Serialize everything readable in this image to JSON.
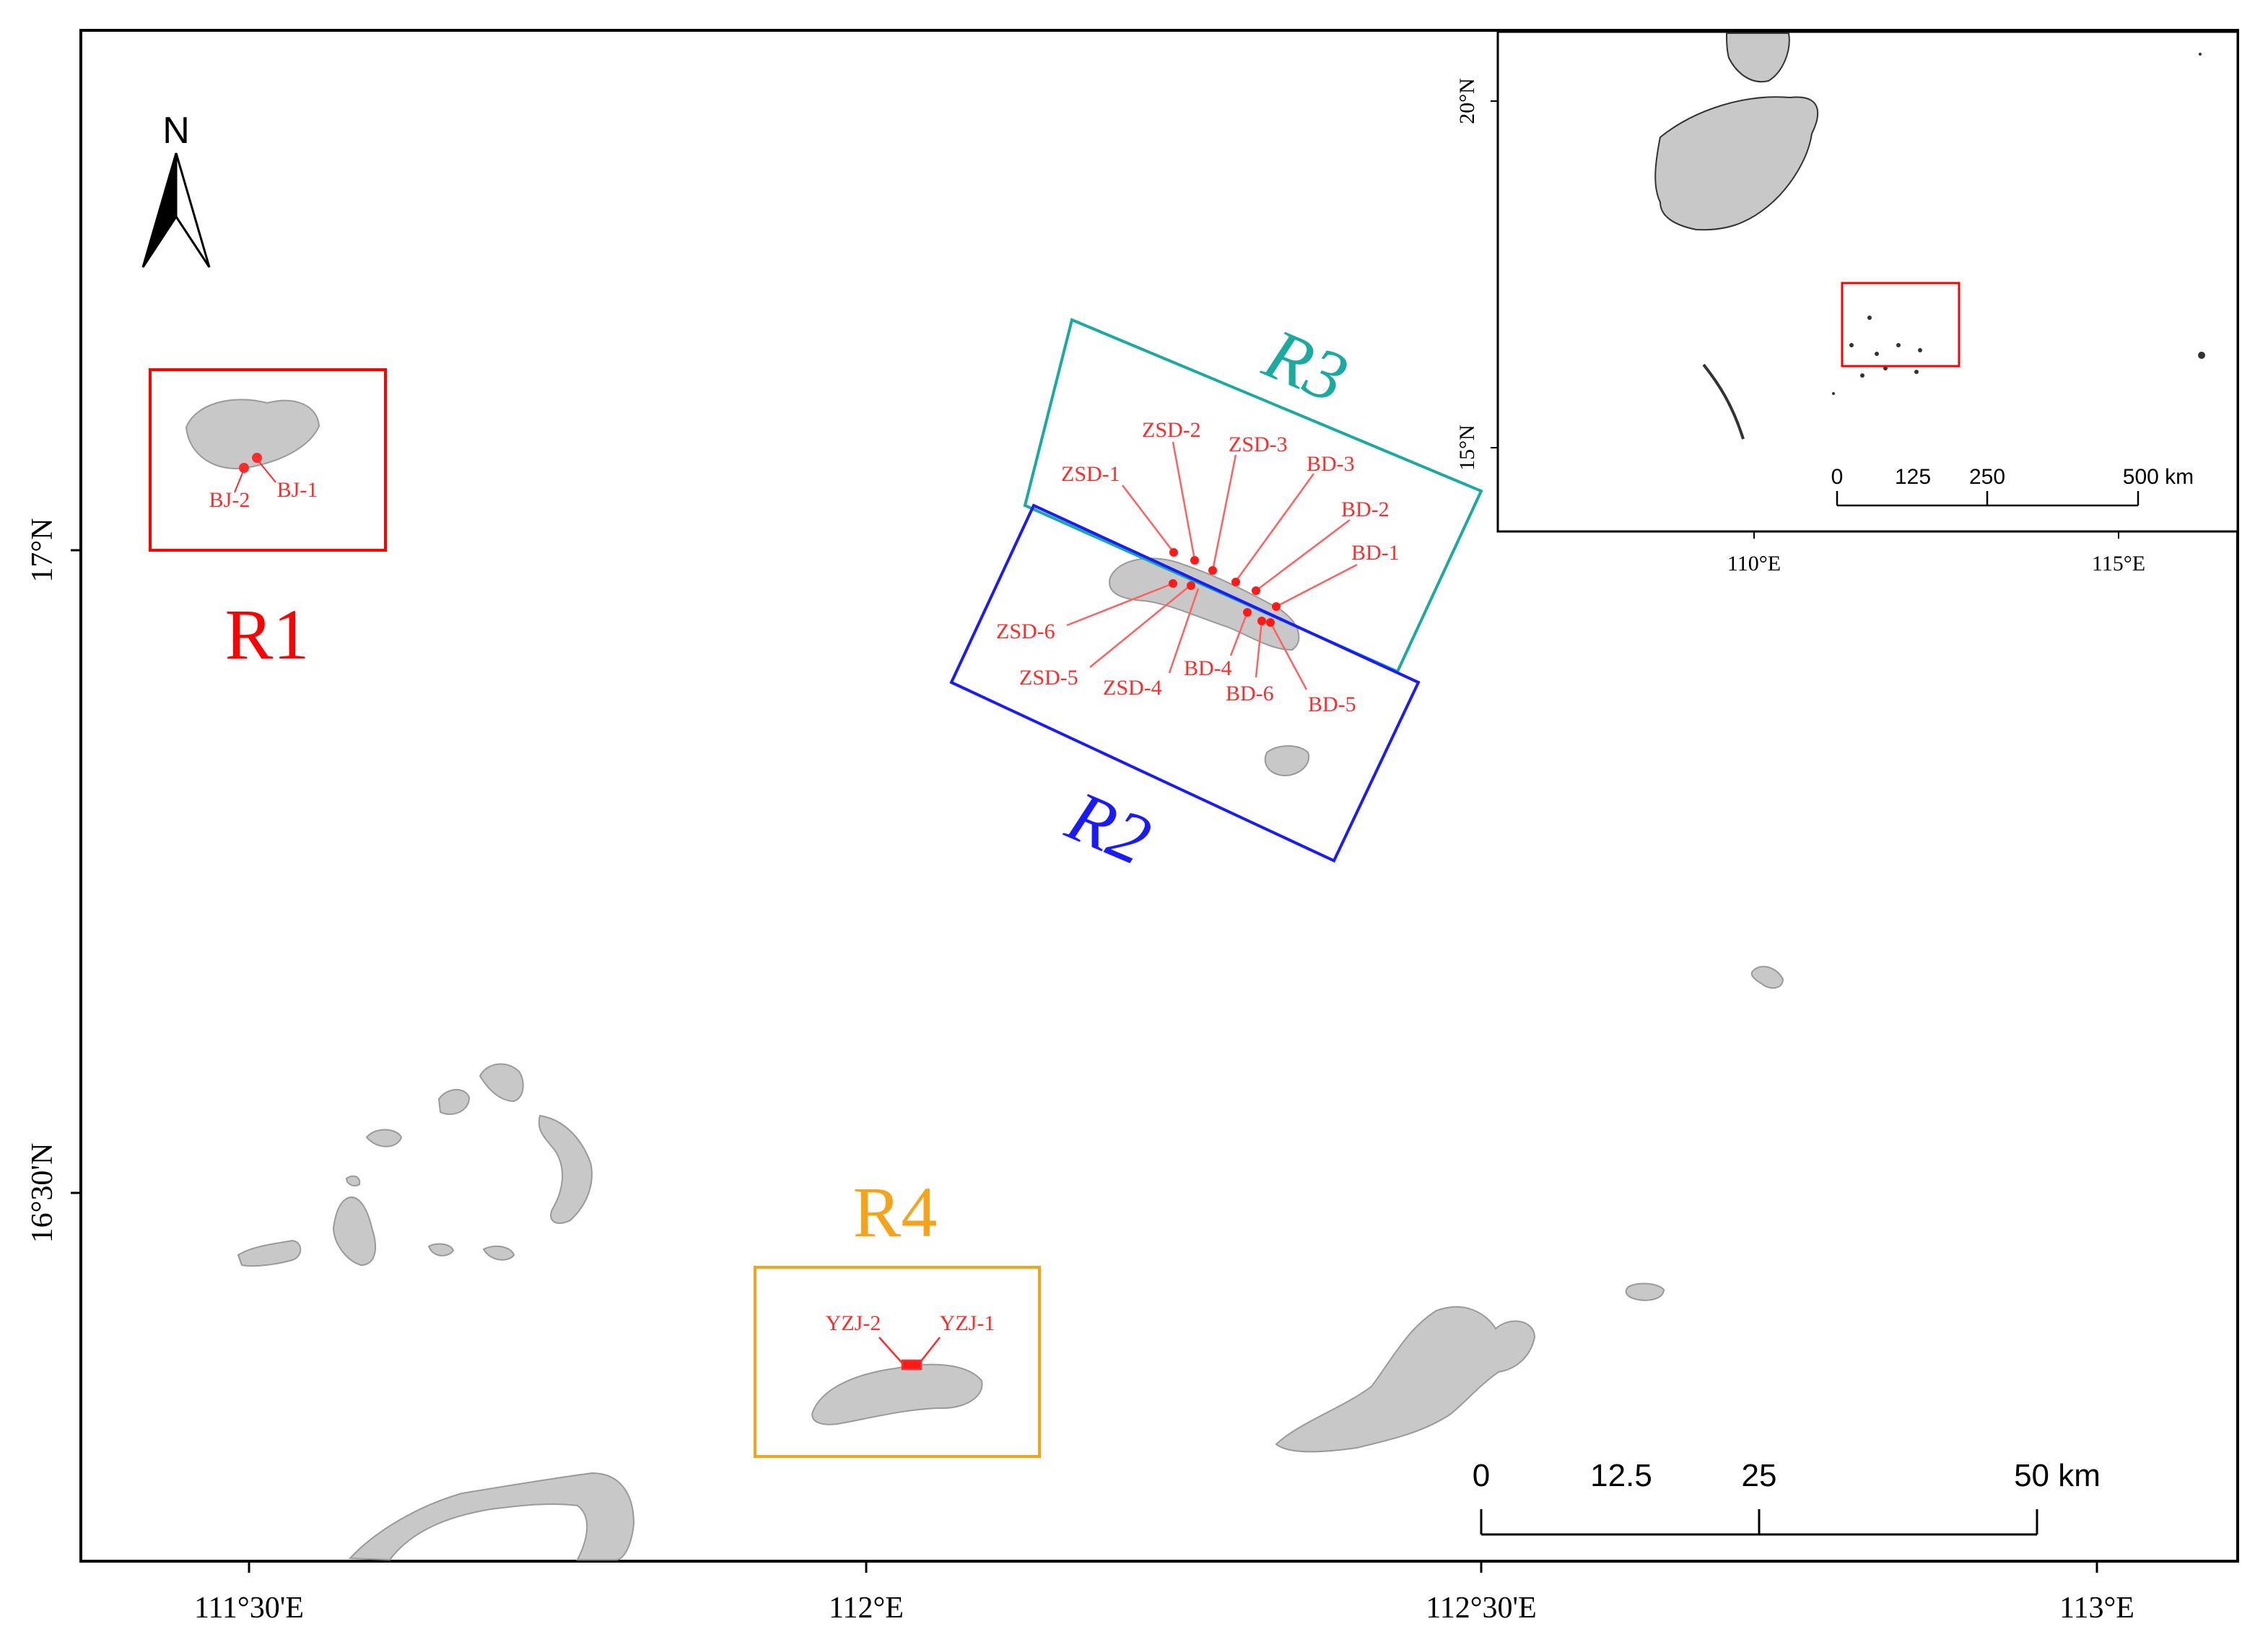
{
  "north_arrow": {
    "label": "N"
  },
  "axes": {
    "y_ticks": [
      "17°N",
      "16°30'N"
    ],
    "x_ticks": [
      "111°30'E",
      "112°E",
      "112°30'E",
      "113°E"
    ]
  },
  "regions": [
    {
      "id": "R1",
      "label": "R1",
      "color": "#ff0000"
    },
    {
      "id": "R2",
      "label": "R2",
      "color": "#1a1aff"
    },
    {
      "id": "R3",
      "label": "R3",
      "color": "#1aaaa0"
    },
    {
      "id": "R4",
      "label": "R4",
      "color": "#f5a31a"
    }
  ],
  "sample_sites": {
    "color": "#ff2a2a",
    "r1": [
      "BJ-2",
      "BJ-1"
    ],
    "r2_r3": [
      "ZSD-2",
      "ZSD-3",
      "BD-3",
      "ZSD-1",
      "BD-2",
      "BD-1",
      "ZSD-6",
      "BD-4",
      "ZSD-5",
      "ZSD-4",
      "BD-6",
      "BD-5"
    ],
    "r4": [
      "YZJ-2",
      "YZJ-1"
    ]
  },
  "scale_bar": {
    "labels": [
      "0",
      "12.5",
      "25",
      "50 km"
    ]
  },
  "inset": {
    "y_ticks": [
      "20°N",
      "15°N"
    ],
    "x_ticks": [
      "110°E",
      "115°E"
    ],
    "scale_labels": [
      "0",
      "125",
      "250",
      "500 km"
    ],
    "highlight_color": "#ff0000"
  },
  "colors": {
    "land": "#c8c8c8",
    "land_stroke": "#9a9a9a",
    "frame": "#000000"
  }
}
